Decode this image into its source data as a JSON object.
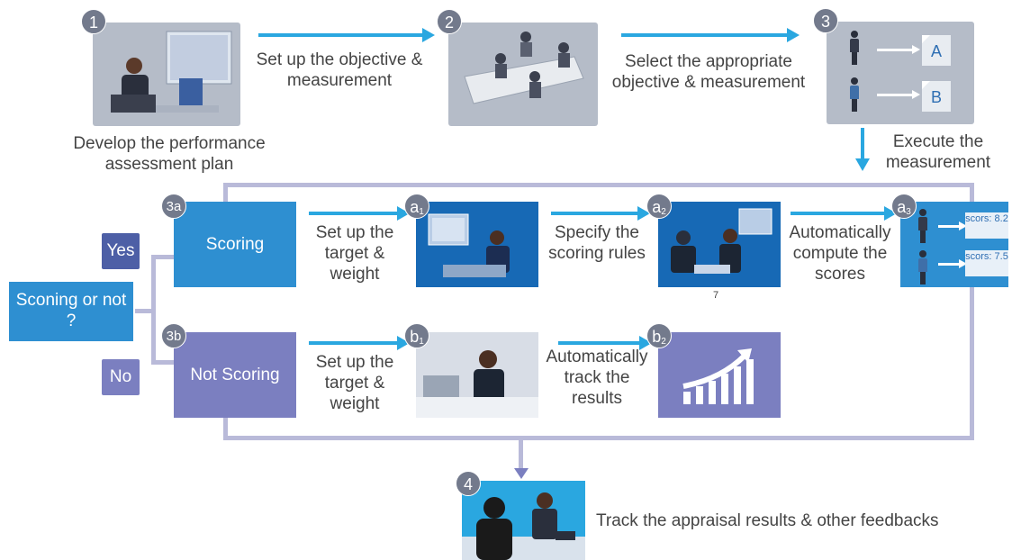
{
  "steps": {
    "s1": {
      "badge": "1",
      "caption": "Develop the performance assessment plan"
    },
    "s2": {
      "badge": "2"
    },
    "s3": {
      "badge": "3",
      "doc_a": "A",
      "doc_b": "B"
    },
    "s4": {
      "badge": "4",
      "caption": "Track the appraisal results & other feedbacks"
    }
  },
  "arrows_text": {
    "a12": "Set up the objective & measurement",
    "a23": "Select the appropriate objective & measurement",
    "a3down": "Execute the measurement"
  },
  "decision": {
    "question": "Sconing or not ?",
    "yes": "Yes",
    "no": "No"
  },
  "branch_a": {
    "badge": "3a",
    "label": "Scoring",
    "t1": "Set up the target & weight",
    "a1_badge": "a",
    "a1_sub": "1",
    "t2": "Specify the scoring rules",
    "a2_badge": "a",
    "a2_sub": "2",
    "a2_note": "7",
    "t3": "Automatically compute the scores",
    "a3_badge": "a",
    "a3_sub": "3",
    "score1": "scors: 8.2",
    "score2": "scors: 7.5"
  },
  "branch_b": {
    "badge": "3b",
    "label": "Not Scoring",
    "t1": "Set up the target & weight",
    "b1_badge": "b",
    "b1_sub": "1",
    "t2": "Automatically track the results",
    "b2_badge": "b",
    "b2_sub": "2"
  },
  "colors": {
    "arrow": "#2aa7e0",
    "scoring": "#2e8fd1",
    "not_scoring": "#7b7fc0",
    "connector": "#b9bad9"
  }
}
